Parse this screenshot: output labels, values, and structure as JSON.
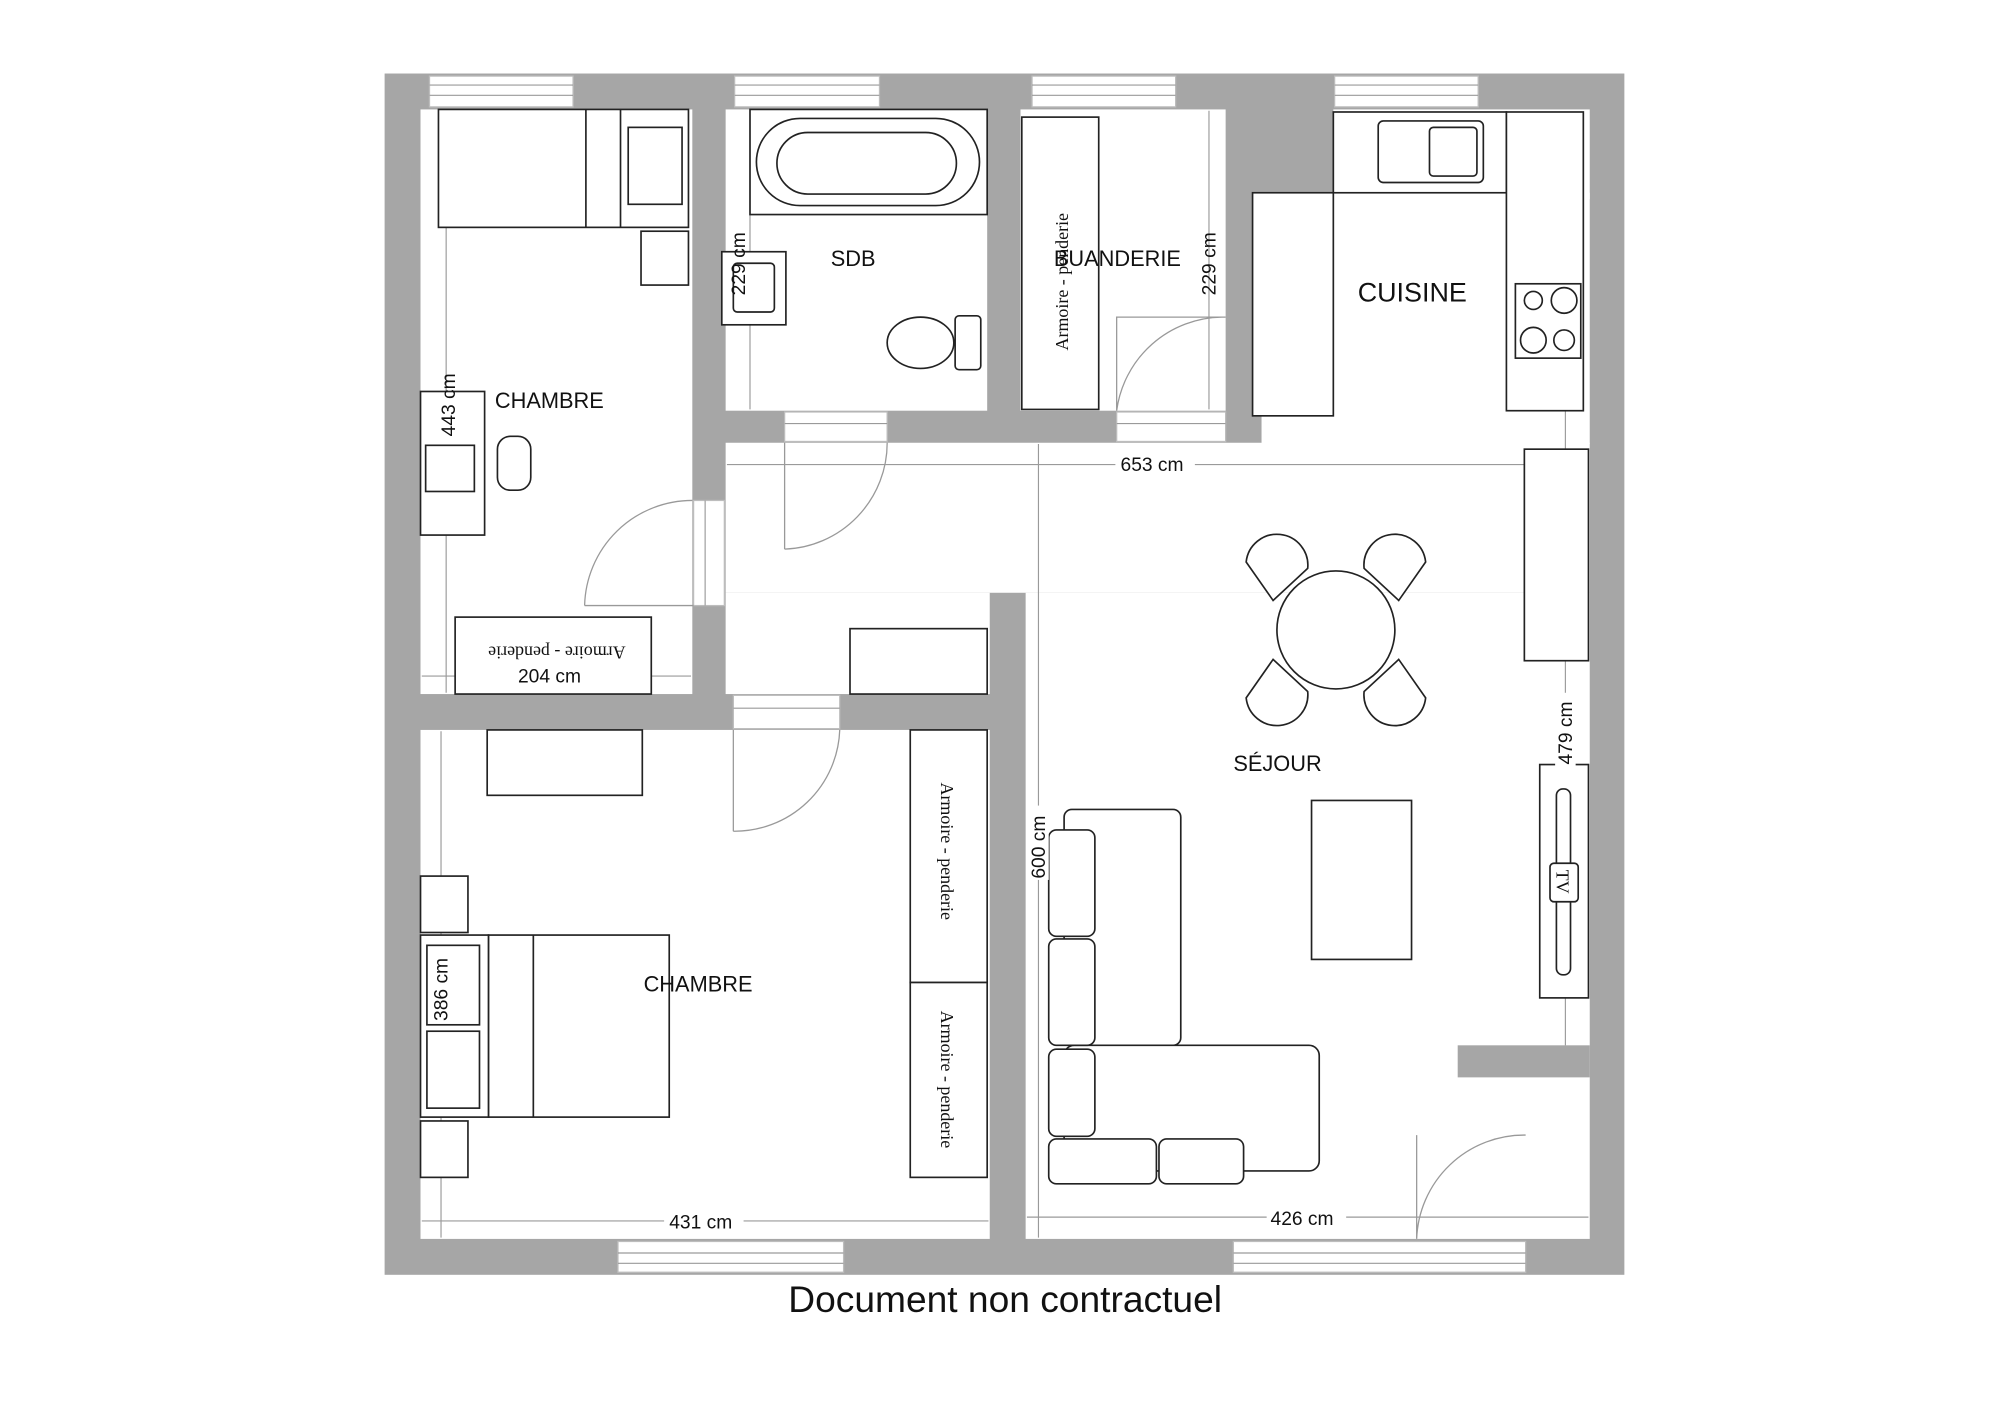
{
  "rooms": {
    "chambre_1": "CHAMBRE",
    "sdb": "SDB",
    "buanderie": "BUANDERIE",
    "cuisine": "CUISINE",
    "sejour": "SÉJOUR",
    "chambre_2": "CHAMBRE"
  },
  "dimensions": {
    "chambre_1_height": "443 cm",
    "chambre_1_width": "204 cm",
    "sdb_height": "229 cm",
    "buanderie_height": "229 cm",
    "sejour_width_top": "653 cm",
    "sejour_height": "600 cm",
    "sejour_right_height": "479 cm",
    "chambre_2_height": "386 cm",
    "chambre_2_width": "431 cm",
    "sejour_width_bottom": "426 cm"
  },
  "furniture": {
    "wardrobe_label": "Armoire - penderie",
    "tv_label": "TV"
  },
  "footer": "Document non contractuel"
}
